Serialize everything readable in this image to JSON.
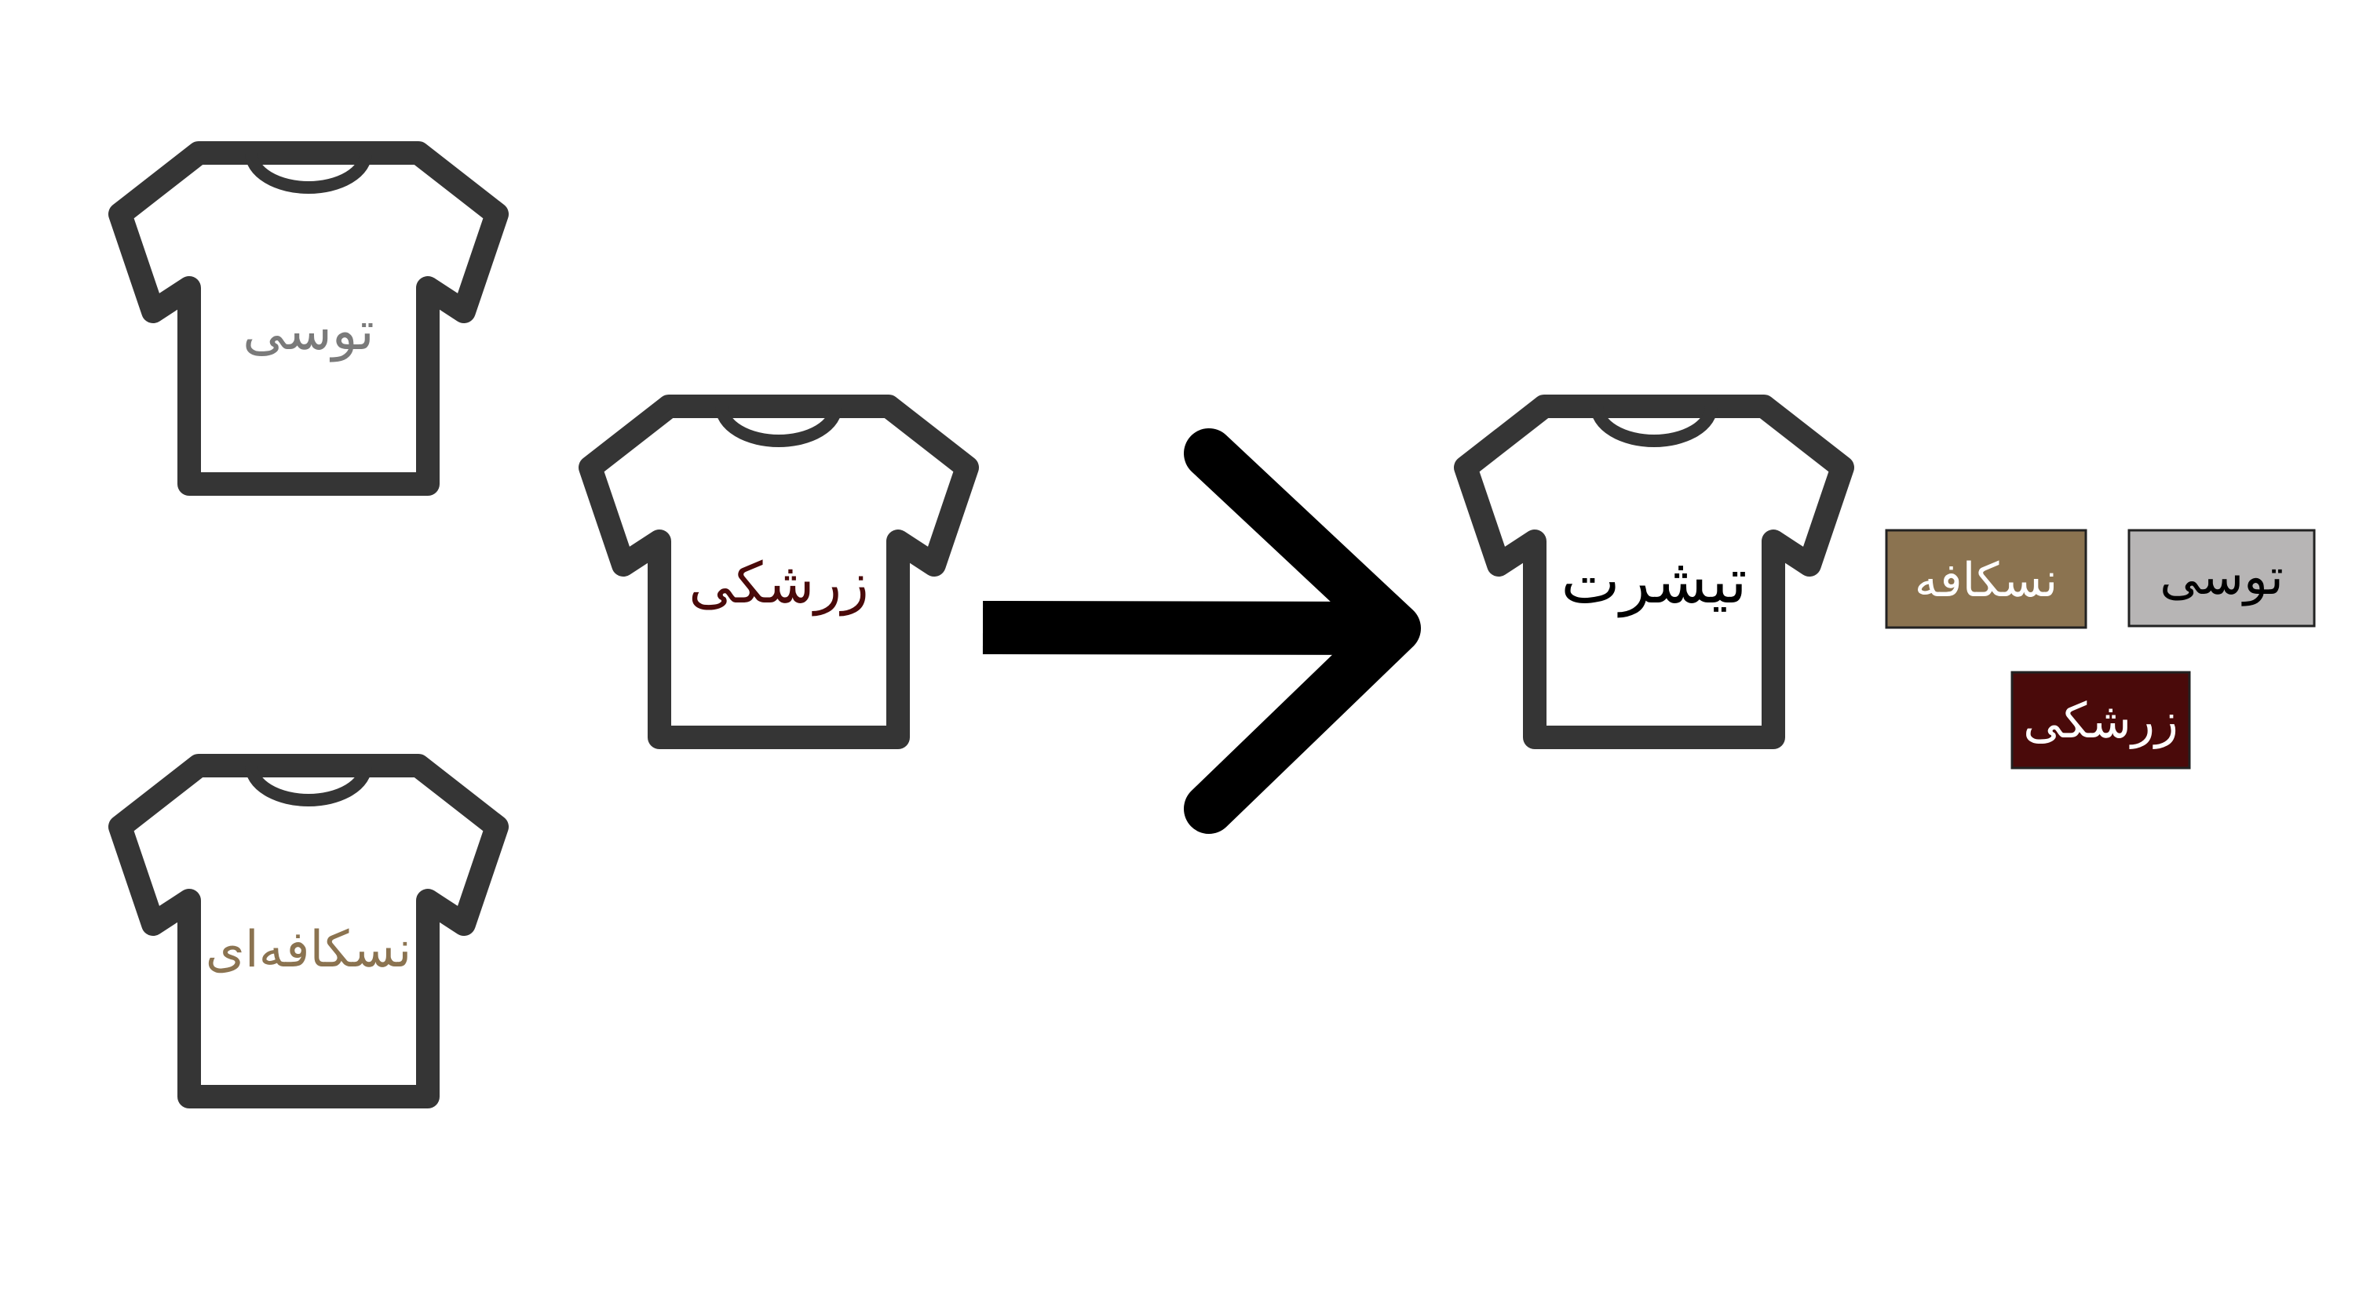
{
  "shirts": [
    {
      "label": "توسی",
      "color": "#7a7a7a",
      "icon": "tshirt-icon"
    },
    {
      "label": "نسکافه‌ای",
      "color": "#8b7350",
      "icon": "tshirt-icon"
    },
    {
      "label": "زرشکی",
      "color": "#4a0a0a",
      "icon": "tshirt-icon"
    },
    {
      "label": "تیشرت",
      "color": "#000000",
      "icon": "tshirt-icon"
    }
  ],
  "arrow": {
    "icon": "arrow-right-icon",
    "color": "#000000"
  },
  "swatches": [
    {
      "label": "نسکافه",
      "background": "#8b7350",
      "text_color": "#ffffff"
    },
    {
      "label": "توسی",
      "background": "#b7b5b5",
      "text_color": "#000000"
    },
    {
      "label": "زرشکی",
      "background": "#4a0a0a",
      "text_color": "#ffffff"
    }
  ],
  "icon_stroke_color": "#353535"
}
